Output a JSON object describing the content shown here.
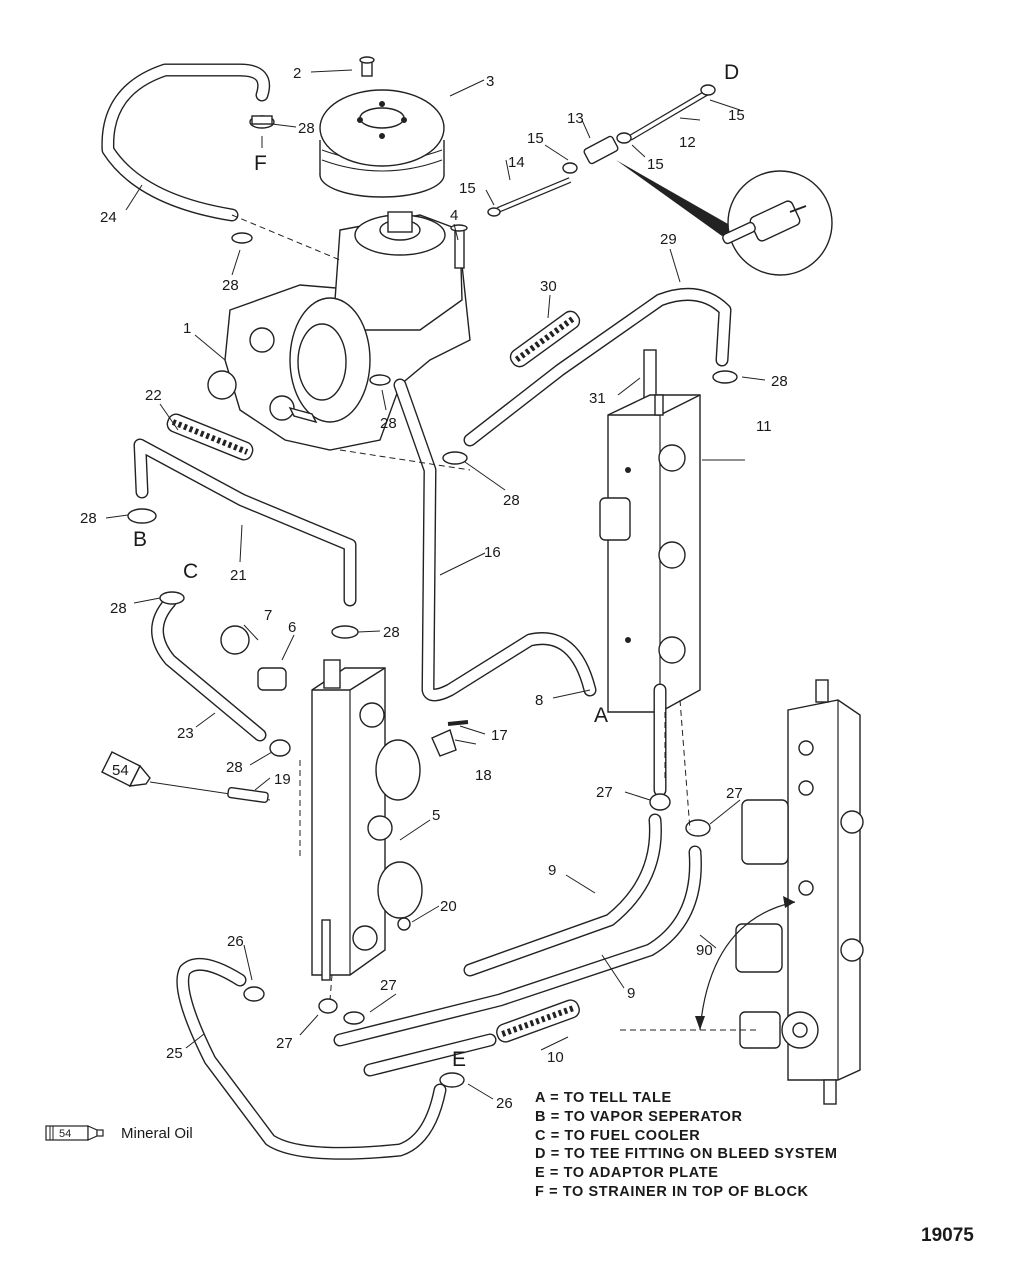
{
  "callouts": {
    "c2": "2",
    "c3": "3",
    "c4": "4",
    "c5": "5",
    "c6": "6",
    "c7": "7",
    "c8": "8",
    "c9a": "9",
    "c9b": "9",
    "c10": "10",
    "c11": "11",
    "c12": "12",
    "c13": "13",
    "c14": "14",
    "c15a": "15",
    "c15b": "15",
    "c15c": "15",
    "c15d": "15",
    "c16": "16",
    "c17": "17",
    "c18": "18",
    "c19": "19",
    "c20": "20",
    "c21": "21",
    "c22": "22",
    "c23": "23",
    "c24": "24",
    "c25": "25",
    "c26a": "26",
    "c26b": "26",
    "c27a": "27",
    "c27b": "27",
    "c27c": "27",
    "c27d": "27",
    "c28a": "28",
    "c28b": "28",
    "c28c": "28",
    "c28d": "28",
    "c28e": "28",
    "c28f": "28",
    "c28g": "28",
    "c28h": "28",
    "c28i": "28",
    "c29": "29",
    "c30": "30",
    "c31": "31",
    "c90": "90",
    "c1": "1"
  },
  "letters": {
    "A": "A",
    "B": "B",
    "C": "C",
    "D": "D",
    "E": "E",
    "F": "F"
  },
  "legend": [
    "A = TO TELL TALE",
    "B = TO VAPOR SEPERATOR",
    "C = TO FUEL COOLER",
    "D = TO TEE FITTING ON BLEED SYSTEM",
    "E = TO ADAPTOR PLATE",
    "F = TO STRAINER IN TOP OF BLOCK"
  ],
  "oil_key": {
    "tube_number": "54",
    "label": "Mineral Oil"
  },
  "tube_callout": "54",
  "drawing_number": "19075"
}
